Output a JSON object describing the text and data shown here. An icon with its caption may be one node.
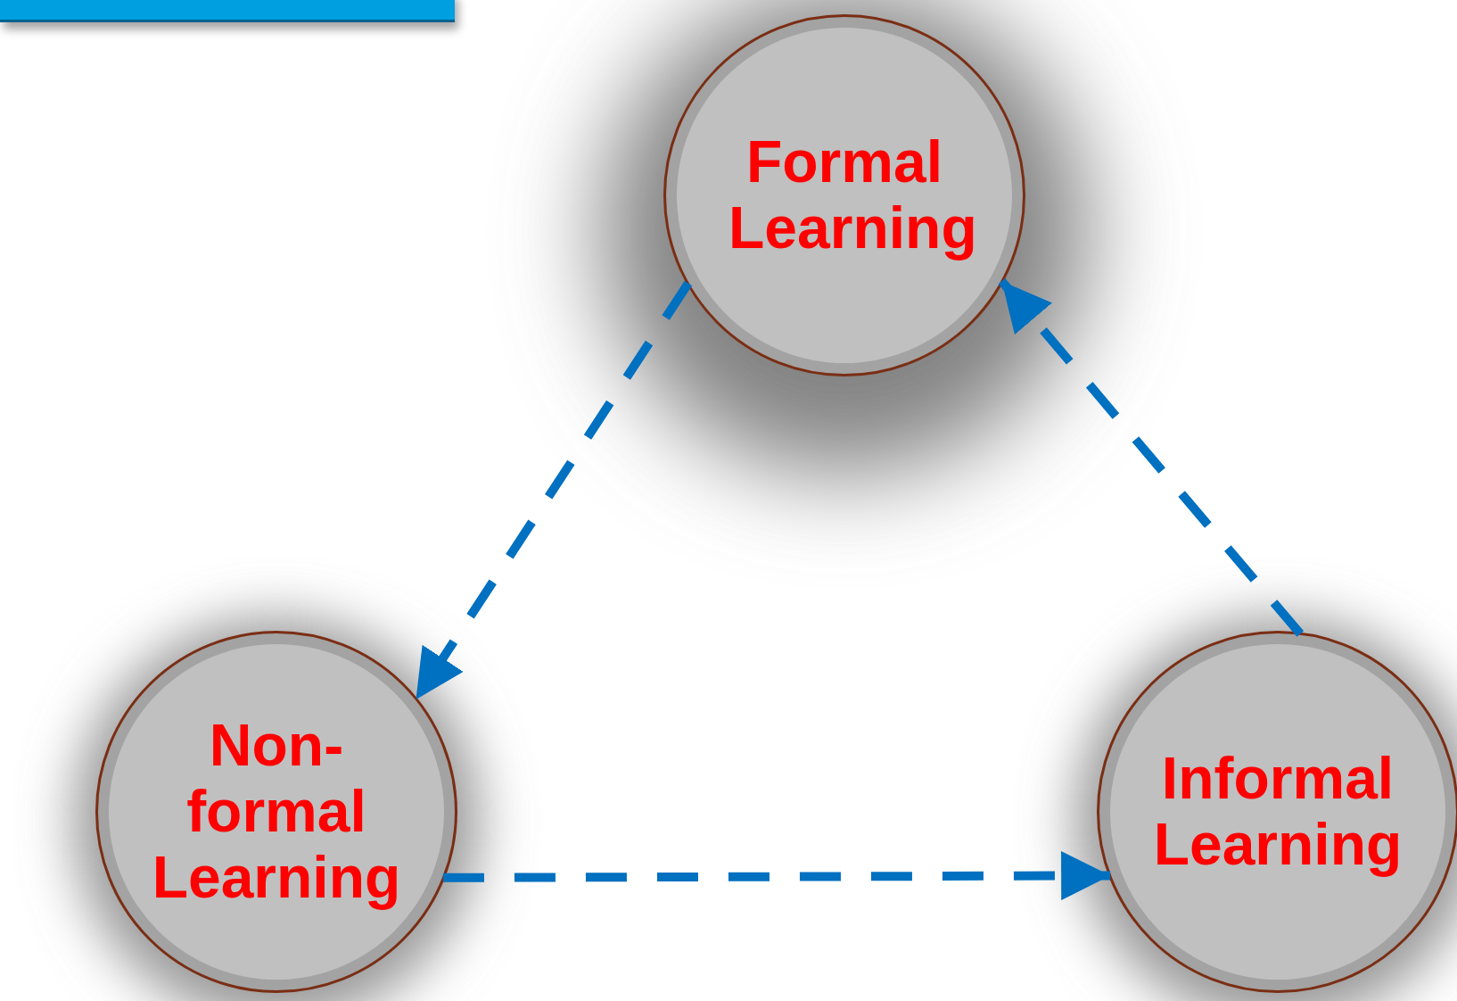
{
  "diagram": {
    "nodes": [
      {
        "text": [],
        "shape": "bar"
      },
      {
        "text": [
          "Formal Learning"
        ]
      },
      {
        "text": [
          "Non-formal Learning"
        ]
      },
      {
        "text": [
          "Informal Learning"
        ]
      }
    ],
    "edges": [
      {
        "from": 1,
        "to": 2,
        "arrow": "to",
        "style": "dashed"
      },
      {
        "from": 2,
        "to": 3,
        "arrow": "to",
        "style": "dashed"
      },
      {
        "from": 3,
        "to": 1,
        "arrow": "to",
        "style": "dashed"
      }
    ]
  }
}
